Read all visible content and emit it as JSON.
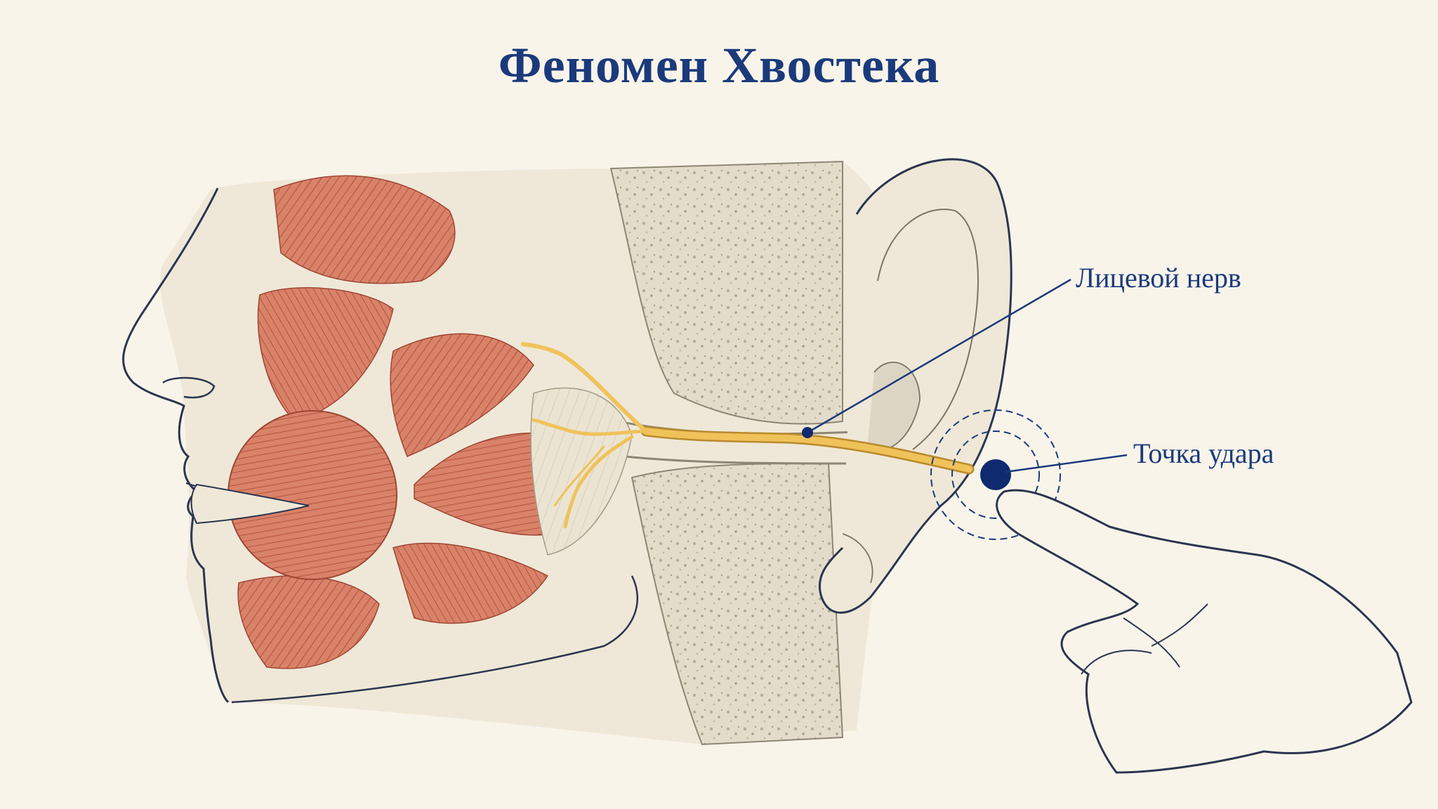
{
  "title": "Феномен Хвостека",
  "labels": {
    "facial_nerve": "Лицевой нерв",
    "tap_point": "Точка удара"
  },
  "colors": {
    "background": "#f8f4ea",
    "title": "#1b3a7c",
    "muscle": "#d9826a",
    "muscle_fiber": "#b5533c",
    "nerve": "#f0c25a",
    "outline": "#2c3550",
    "tap_dot": "#0f2a6e"
  },
  "icons": {
    "tap_point": "filled-dot-with-rings",
    "finger": "pointing-hand"
  }
}
